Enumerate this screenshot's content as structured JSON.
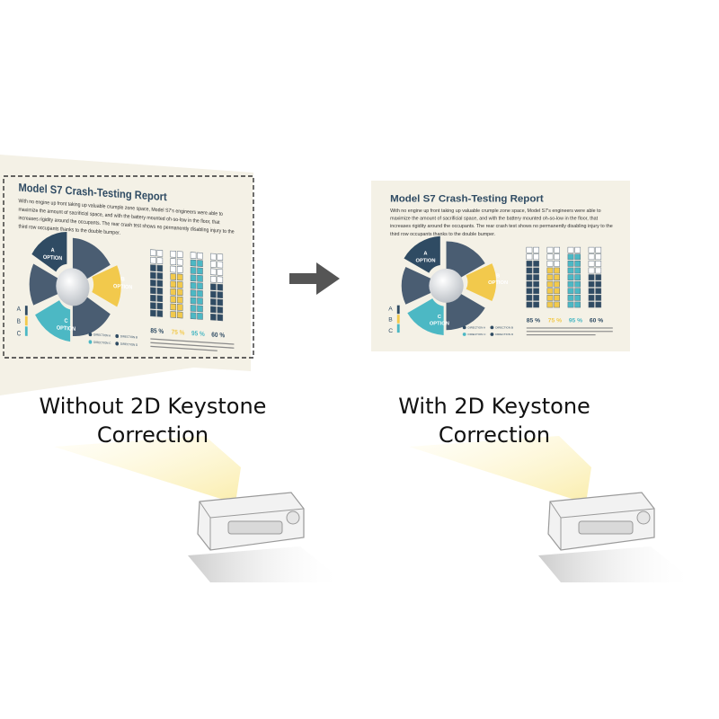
{
  "slide": {
    "title": "Model S7 Crash-Testing Report",
    "body_lines": [
      "With no engine up front taking up valuable crumple zone space, Model S7's engineers were able to",
      "maximize the amount of sacrificial space, and with the battery mounted oh-so-low in the floor, that",
      "increases rigidity around the occupants. The rear crash test shows no permanently disabling injury to the",
      "third row occupants thanks to the double bumper."
    ],
    "options": [
      "A\nOPTION",
      "B\nOPTION",
      "C\nOPTION"
    ],
    "percents": [
      "85 %",
      "75 %",
      "95 %",
      "60 %"
    ],
    "side_letters": [
      "A",
      "B",
      "C"
    ],
    "legend": [
      "DIRECTION A",
      "DIRECTION B",
      "DIRECTION C",
      "DIRECTION D"
    ],
    "colors": {
      "navy": "#2f4b63",
      "yellow": "#f2c94c",
      "teal": "#4cb8c4",
      "grey": "#5a6a7a",
      "paper": "#f4f1e6"
    }
  },
  "captions": {
    "left": [
      "Without 2D Keystone",
      "Correction"
    ],
    "right": [
      "With 2D Keystone",
      "Correction"
    ]
  },
  "icons": {
    "arrow": "right-arrow-icon",
    "projector": "projector-icon"
  }
}
